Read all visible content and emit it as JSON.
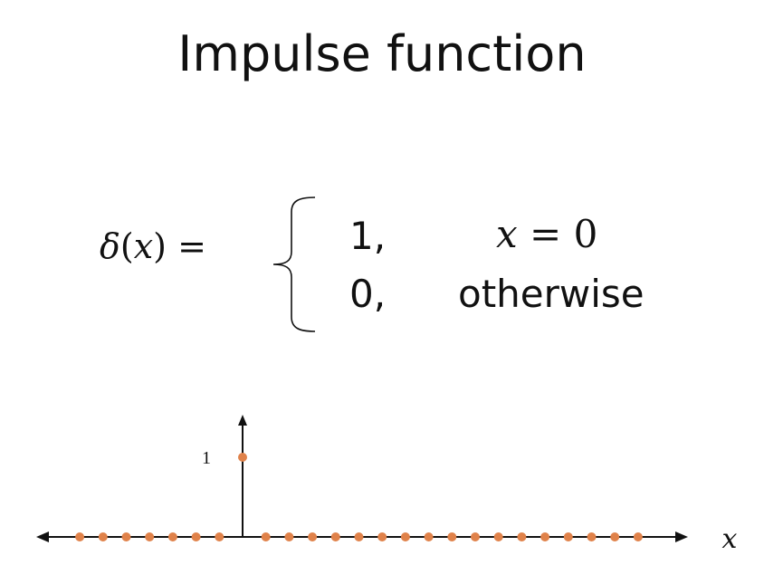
{
  "slide": {
    "title": "Impulse function",
    "definition": {
      "lhs_symbol": "δ",
      "lhs_arg_open": "(",
      "lhs_arg": "x",
      "lhs_arg_close": ")",
      "equals": " =",
      "cases": [
        {
          "value": "1,",
          "condition_var": "x",
          "condition_rest": " = 0"
        },
        {
          "value": "0,",
          "condition": "otherwise"
        }
      ]
    }
  },
  "chart_data": {
    "type": "scatter",
    "title": "",
    "xlabel": "x",
    "ylabel": "",
    "y_tick_labels": [
      "1"
    ],
    "x": [
      -7,
      -6,
      -5,
      -4,
      -3,
      -2,
      -1,
      0,
      1,
      2,
      3,
      4,
      5,
      6,
      7,
      8,
      9,
      10,
      11,
      12,
      13,
      14,
      15,
      16,
      17
    ],
    "y": [
      0,
      0,
      0,
      0,
      0,
      0,
      0,
      1,
      0,
      0,
      0,
      0,
      0,
      0,
      0,
      0,
      0,
      0,
      0,
      0,
      0,
      0,
      0,
      0,
      0
    ],
    "marker_color": "#E0824A",
    "axis_color": "#111111",
    "grid": false
  }
}
